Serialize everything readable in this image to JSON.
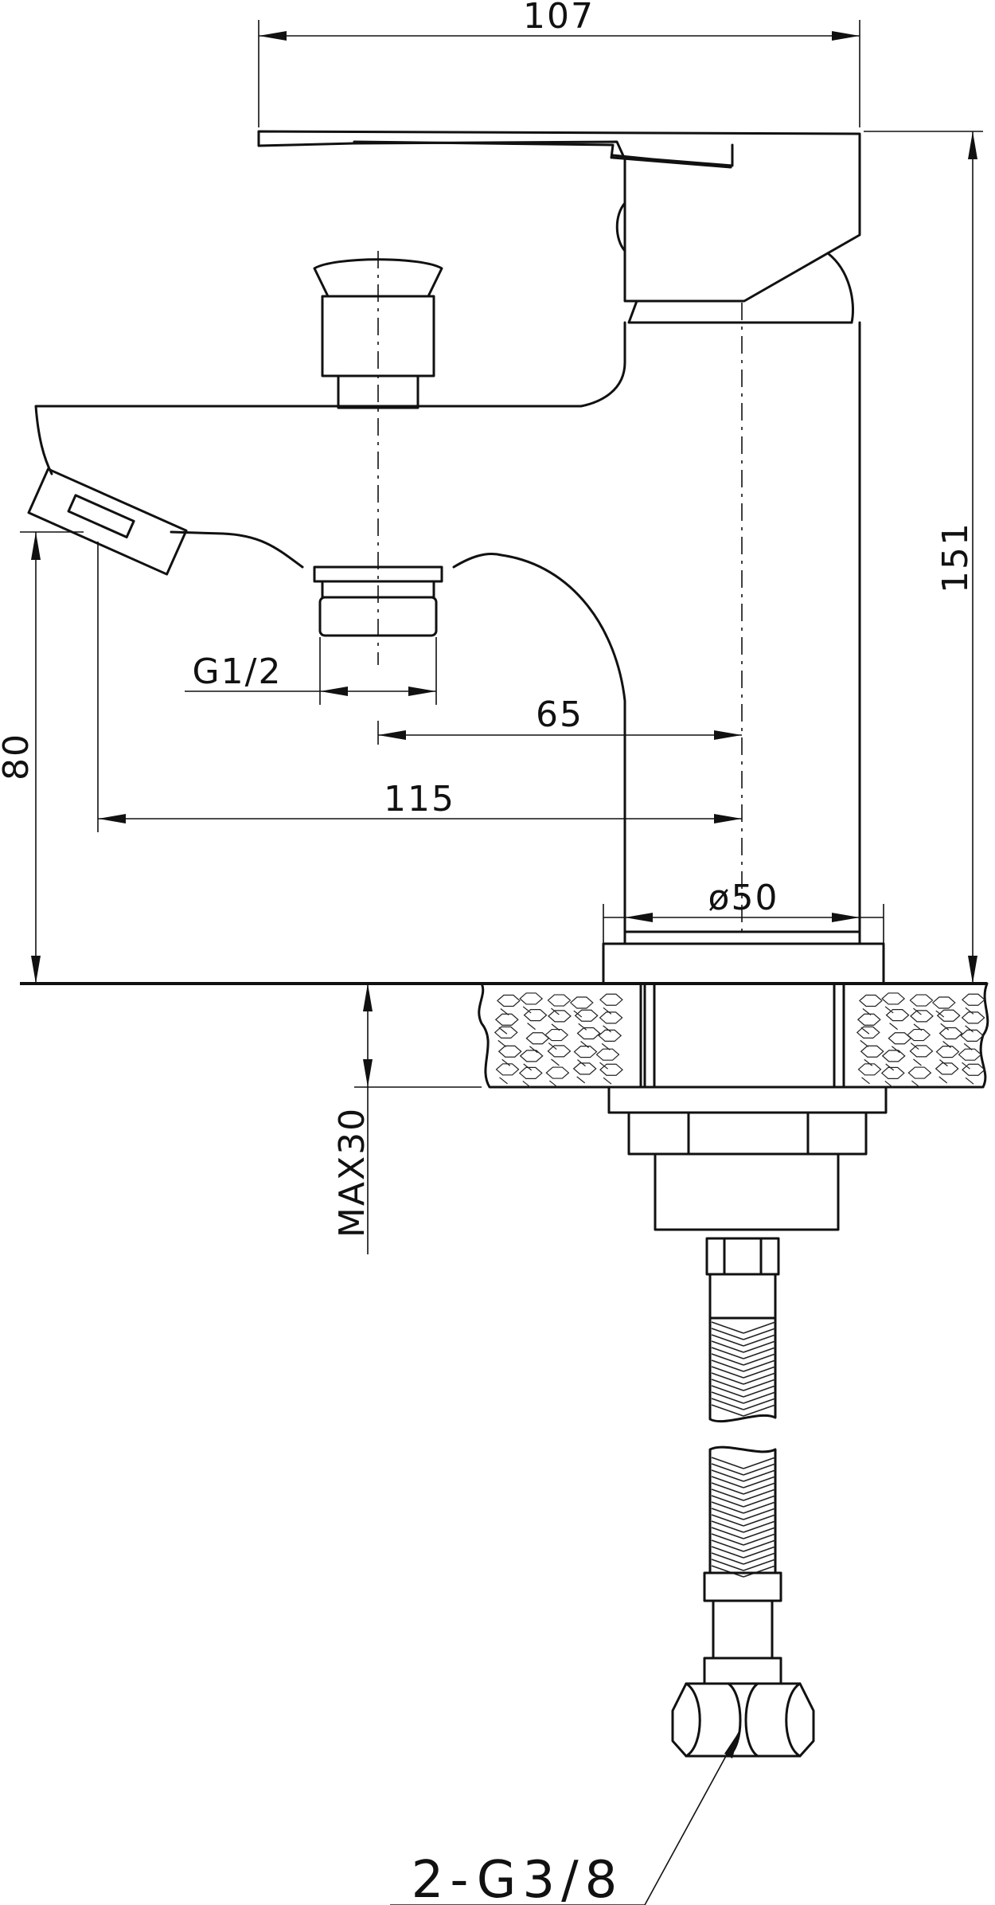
{
  "diagram": {
    "dimensions": [
      {
        "id": "top-width",
        "label": "107"
      },
      {
        "id": "height",
        "label": "151"
      },
      {
        "id": "spout-height",
        "label": "80"
      },
      {
        "id": "aerator-thread",
        "label": "G1/2"
      },
      {
        "id": "axis-offset",
        "label": "65"
      },
      {
        "id": "spout-reach",
        "label": "115"
      },
      {
        "id": "body-diameter",
        "label": "ø50"
      },
      {
        "id": "max-countertop",
        "label": "MAX30"
      },
      {
        "id": "hose-thread",
        "label": "2-G3/8"
      }
    ]
  }
}
